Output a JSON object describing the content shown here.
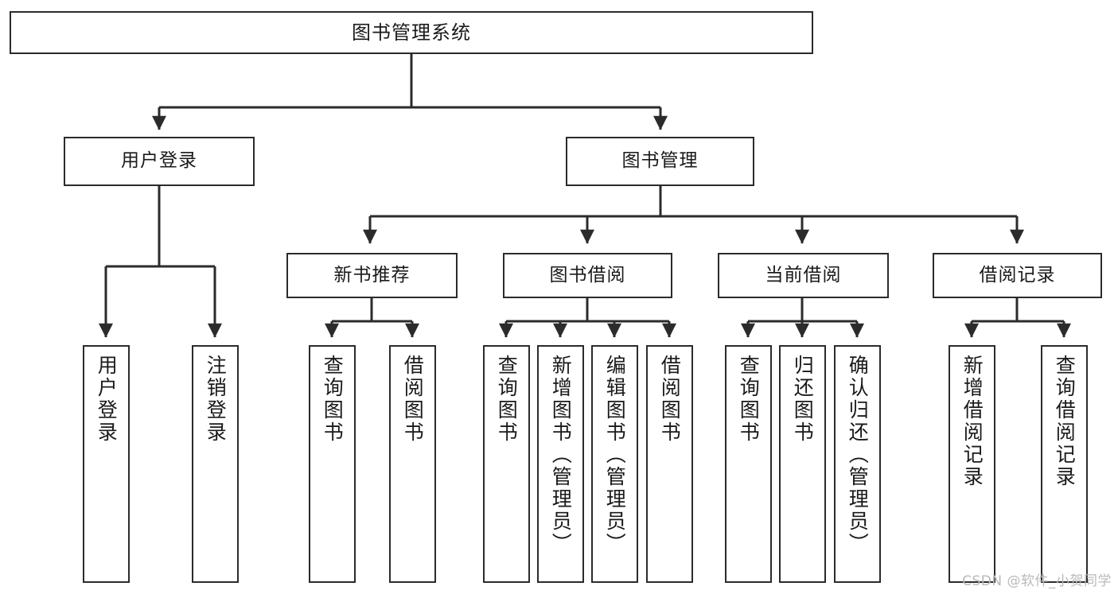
{
  "diagram": {
    "title": "图书管理系统",
    "watermark": "CSDN @软件_小贺同学",
    "accent_color": "#2b2b2b",
    "background_color": "#ffffff",
    "root": {
      "label": "图书管理系统"
    },
    "level2": [
      {
        "label": "用户登录"
      },
      {
        "label": "图书管理"
      }
    ],
    "level3": [
      {
        "label": "新书推荐"
      },
      {
        "label": "图书借阅"
      },
      {
        "label": "当前借阅"
      },
      {
        "label": "借阅记录"
      }
    ],
    "leaves": {
      "user_login": [
        {
          "label": "用户登录"
        },
        {
          "label": "注销登录"
        }
      ],
      "new_book": [
        {
          "label": "查询图书"
        },
        {
          "label": "借阅图书"
        }
      ],
      "book_borrow": [
        {
          "label": "查询图书"
        },
        {
          "label": "新增图书（管理员）"
        },
        {
          "label": "编辑图书（管理员）"
        },
        {
          "label": "借阅图书"
        }
      ],
      "current_borrow": [
        {
          "label": "查询图书"
        },
        {
          "label": "归还图书"
        },
        {
          "label": "确认归还（管理员）"
        }
      ],
      "borrow_record": [
        {
          "label": "新增借阅记录"
        },
        {
          "label": "查询借阅记录"
        }
      ]
    }
  }
}
